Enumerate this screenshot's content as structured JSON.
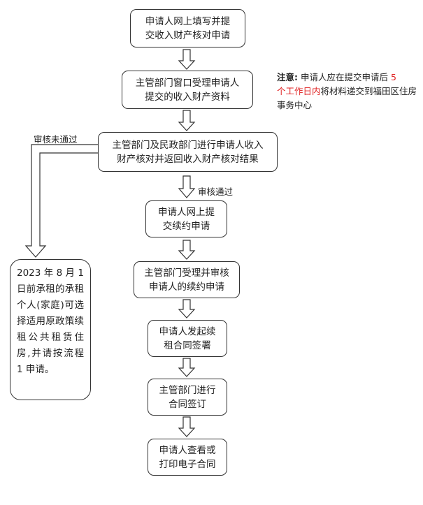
{
  "steps": [
    "申请人网上填写并提\n交收入财产核对申请",
    "主管部门窗口受理申请人\n提交的收入财产资料",
    "主管部门及民政部门进行申请人收入\n财产核对并返回收入财产核对结果",
    "申请人网上提\n交续约申请",
    "主管部门受理并审核\n申请人的续约申请",
    "申请人发起续\n租合同签署",
    "主管部门进行\n合同签订",
    "申请人查看或\n打印电子合同"
  ],
  "note": {
    "prefix": "注意:",
    "text_before": " 申请人应在提交申请后 ",
    "highlight_num": "5",
    "highlight_text": "个工作日内",
    "text_after": "将材料递交到福田区住房事务中心",
    "highlight_color": "#e02020"
  },
  "labels": {
    "pass": "审核通过",
    "fail": "审核未通过"
  },
  "side_box": "2023 年 8 月 1 日前承租的承租个人(家庭)可选择适用原政策续租公共租赁住房,并请按流程 1 申请。"
}
